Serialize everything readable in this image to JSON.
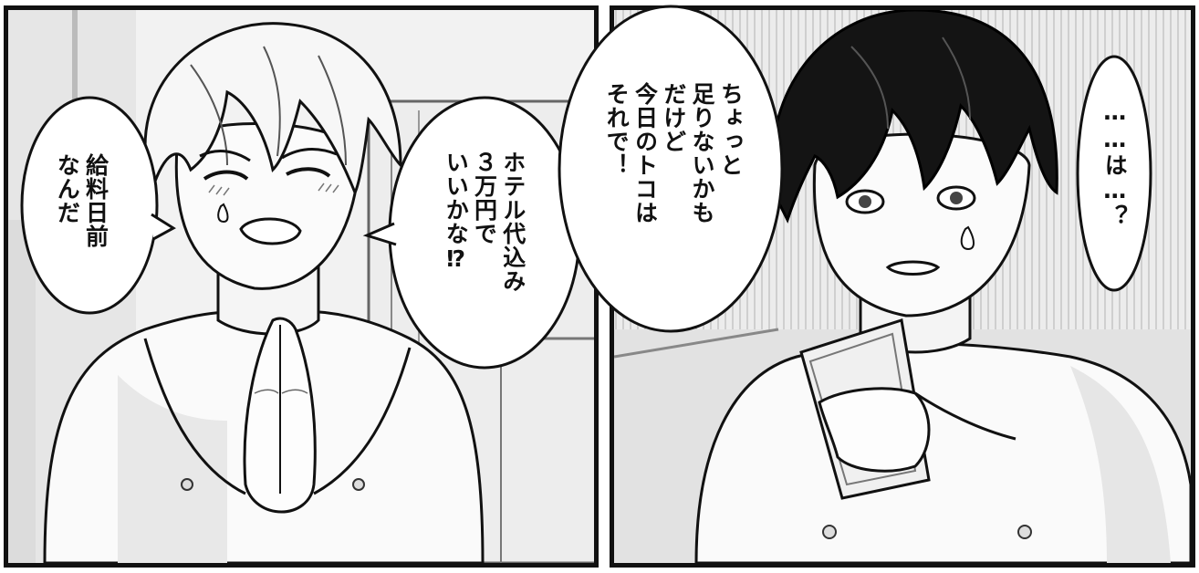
{
  "panels": [
    {
      "bubbles": [
        {
          "text": "給料日前\nなんだ"
        },
        {
          "text": "ホテル代込み\n３万円で\nいいかな⁉"
        }
      ]
    },
    {
      "bubbles": [
        {
          "text": "ちょっと\n足りないかも\nだけど\n今日のトコは\nそれで！"
        },
        {
          "text": "……は…？"
        }
      ]
    }
  ],
  "icons": [
    "sweat-drop-icon",
    "banknote-icon"
  ]
}
